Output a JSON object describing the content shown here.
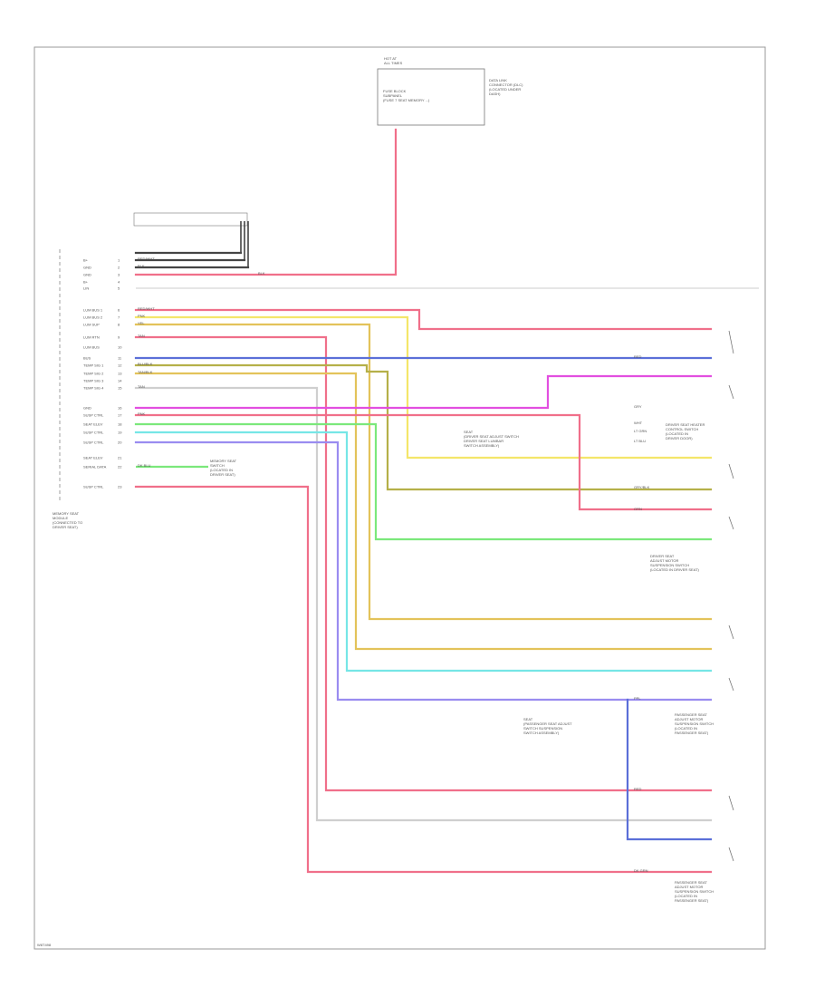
{
  "figure_code": "W8T498",
  "top_connector": {
    "header": "HOT AT\nALL TIMES",
    "body": "FUSE BLOCK\nSUBPANEL\n(FUSE 7 SEAT MEMORY ...)",
    "side_note": "DATA LINK\nCONNECTOR (DLC)\n(LOCATED UNDER\nDASH)"
  },
  "left_module": {
    "name": "MEMORY SEAT\nMODULE\n(CONNECTED TO\nDRIVER SEAT)",
    "pin_labels": [
      "B+",
      "GND",
      "GND",
      "B+",
      "LIN",
      "LUM BUS 1",
      "LUM BUS 2",
      "LUM SUP",
      "LUM RTN",
      "LUM BUS",
      "BUS",
      "TEMP SIG 1",
      "TEMP SIG 2",
      "TEMP SIG 3",
      "TEMP SIG 4",
      "GND",
      "SUSP CTRL",
      "SEAT ELEV",
      "SUSP CTRL",
      "SUSP CTRL",
      "SEAT ELEV",
      "SERIAL DATA",
      "SUSP CTRL"
    ]
  },
  "callouts": [
    {
      "id": "c1",
      "text": "DRIVER SEAT HEATER\nCONTROL SWITCH\n(LOCATED IN\nDRIVER DOOR)"
    },
    {
      "id": "c2",
      "text": "SEAT\n(DRIVER SEAT ADJUST SWITCH\nDRIVER SEAT LUMBAR\nSWITCH ASSEMBLY)"
    },
    {
      "id": "c3",
      "text": "DRIVER SEAT\nADJUST MOTOR\nSUSPENSION SWITCH\n(LOCATED IN DRIVER SEAT)"
    },
    {
      "id": "c4",
      "text": "SEAT\n(PASSENGER SEAT ADJUST\nSWITCH SUSPENSION\nSWITCH ASSEMBLY)"
    },
    {
      "id": "c5",
      "text": "PASSENGER SEAT\nADJUST MOTOR\nSUSPENSION SWITCH\n(LOCATED IN\nPASSENGER SEAT)"
    },
    {
      "id": "c6",
      "text": "PASSENGER SEAT\nADJUST MOTOR\nSUSPENSION SWITCH\n(LOCATED IN\nPASSENGER SEAT)"
    },
    {
      "id": "c7",
      "text": "MEMORY SEAT\nSWITCH\n(LOCATED IN\nDRIVER SEAT)"
    }
  ],
  "wire_colors": {
    "red": "#f06f8a",
    "pink": "#f06f8a",
    "yellow": "#f4e66a",
    "tan": "#e3c35a",
    "blue": "#5b6fd8",
    "magenta": "#e24fe0",
    "gray": "#cfcfcf",
    "green": "#7be87b",
    "cyan": "#76e6e6",
    "violet": "#9a8cf0",
    "olive": "#b5b049",
    "black": "#444444"
  },
  "wire_labels": [
    "RED/WHT",
    "BLK",
    "BLK",
    "RED/WHT",
    "PNK",
    "YEL",
    "TAN",
    "RED",
    "BLU/BLK",
    "TAN/BLK",
    "TAN",
    "GRY",
    "PNK",
    "WHT",
    "LT GRN",
    "LT BLU",
    "DK BLU",
    "DK GRN",
    "RED",
    "PPL",
    "GRY/BLK",
    "ORN"
  ]
}
